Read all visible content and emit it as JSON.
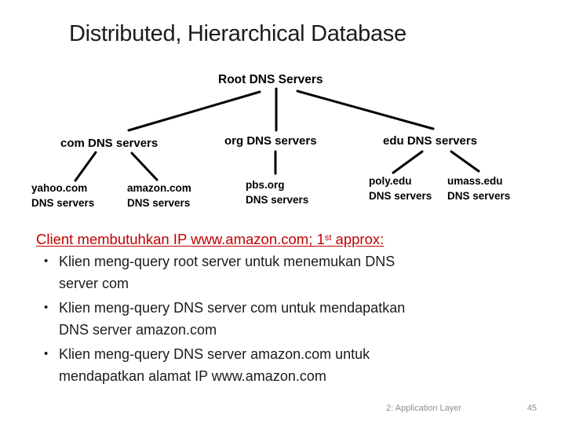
{
  "slide": {
    "title": "Distributed, Hierarchical Database",
    "footer": {
      "section": "2: Application Layer",
      "page": "45"
    }
  },
  "colors": {
    "accent": "#c00000",
    "text": "#1b1b1b",
    "footer_gray": "#8f8f8f",
    "line": "#000000"
  },
  "diagram": {
    "root_label": "Root DNS Servers",
    "tld_labels": [
      "com DNS servers",
      "org DNS servers",
      "edu DNS servers"
    ],
    "leaves": [
      {
        "line1": "yahoo.com",
        "line2": "DNS servers"
      },
      {
        "line1": "amazon.com",
        "line2": "DNS servers"
      },
      {
        "line1": "pbs.org",
        "line2": "DNS servers"
      },
      {
        "line1": "poly.edu",
        "line2": "DNS servers"
      },
      {
        "line1": "umass.edu",
        "line2": "DNS servers"
      }
    ]
  },
  "body": {
    "heading": {
      "pre": "Client membutuhkan IP www.amazon.com; 1",
      "sup": "st",
      "post": " approx:"
    },
    "bullets": [
      {
        "lines": [
          "Klien meng-query root server untuk menemukan DNS",
          "server com"
        ]
      },
      {
        "lines": [
          "Klien meng-query DNS server com untuk mendapatkan",
          "DNS server amazon.com"
        ]
      },
      {
        "lines": [
          "Klien meng-query DNS server amazon.com untuk",
          "mendapatkan alamat IP www.amazon.com"
        ]
      }
    ]
  }
}
